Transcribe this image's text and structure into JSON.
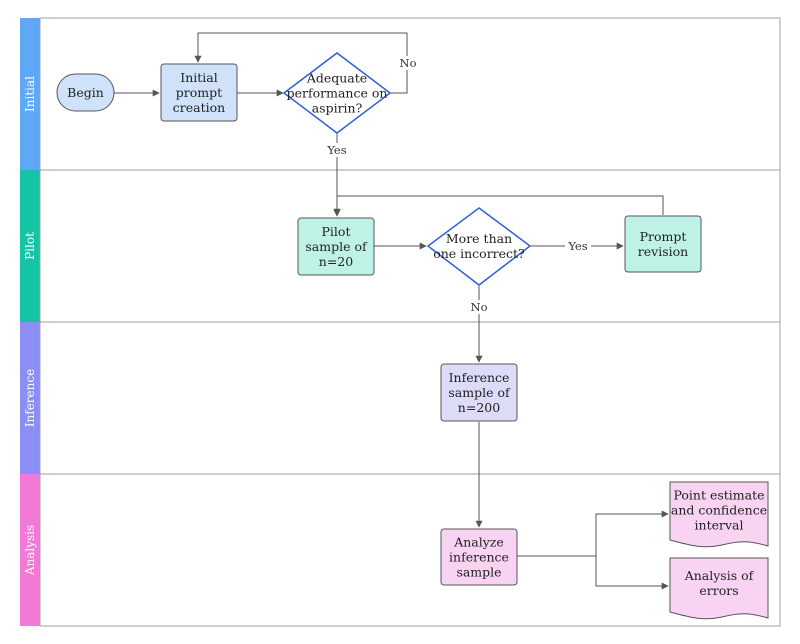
{
  "colors": {
    "initial": "#5ea8f5",
    "pilot": "#15c4a4",
    "inference": "#8b8ef5",
    "analysis": "#f279d6",
    "blue_fill": "#cfe2fa",
    "teal_fill": "#bff2e6",
    "purple_fill": "#dcdcf9",
    "pink_fill": "#f9d3f2",
    "diamond_stroke": "#2f5fd8",
    "line": "#555555"
  },
  "lanes": [
    {
      "key": "initial",
      "label": "Initial"
    },
    {
      "key": "pilot",
      "label": "Pilot"
    },
    {
      "key": "inference",
      "label": "Inference"
    },
    {
      "key": "analysis",
      "label": "Analysis"
    }
  ],
  "nodes": {
    "begin": {
      "lines": [
        "Begin"
      ]
    },
    "initial_prompt": {
      "lines": [
        "Initial",
        "prompt",
        "creation"
      ]
    },
    "adequate": {
      "lines": [
        "Adequate",
        "performance on",
        "aspirin?"
      ]
    },
    "pilot_sample": {
      "lines": [
        "Pilot",
        "sample of",
        "n=20"
      ]
    },
    "more_than_one": {
      "lines": [
        "More than",
        "one incorrect?"
      ]
    },
    "prompt_revision": {
      "lines": [
        "Prompt",
        "revision"
      ]
    },
    "inference_sample": {
      "lines": [
        "Inference",
        "sample of",
        "n=200"
      ]
    },
    "analyze": {
      "lines": [
        "Analyze",
        "inference",
        "sample"
      ]
    },
    "point_estimate": {
      "lines": [
        "Point estimate",
        "and confidence",
        "interval"
      ]
    },
    "analysis_errors": {
      "lines": [
        "Analysis of",
        "errors"
      ]
    }
  },
  "edge_labels": {
    "no_adequate": "No",
    "yes_adequate": "Yes",
    "yes_incorrect": "Yes",
    "no_incorrect": "No"
  }
}
